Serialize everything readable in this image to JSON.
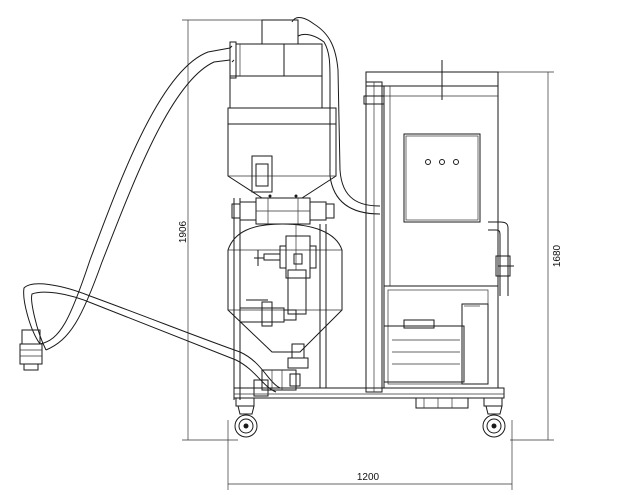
{
  "dimensions": {
    "overall_height": "1906",
    "cabinet_height": "1680",
    "overall_width": "1200"
  },
  "panel": {
    "indicator_count": 3
  },
  "colors": {
    "line": "#1a1a1a",
    "background": "#ffffff"
  }
}
